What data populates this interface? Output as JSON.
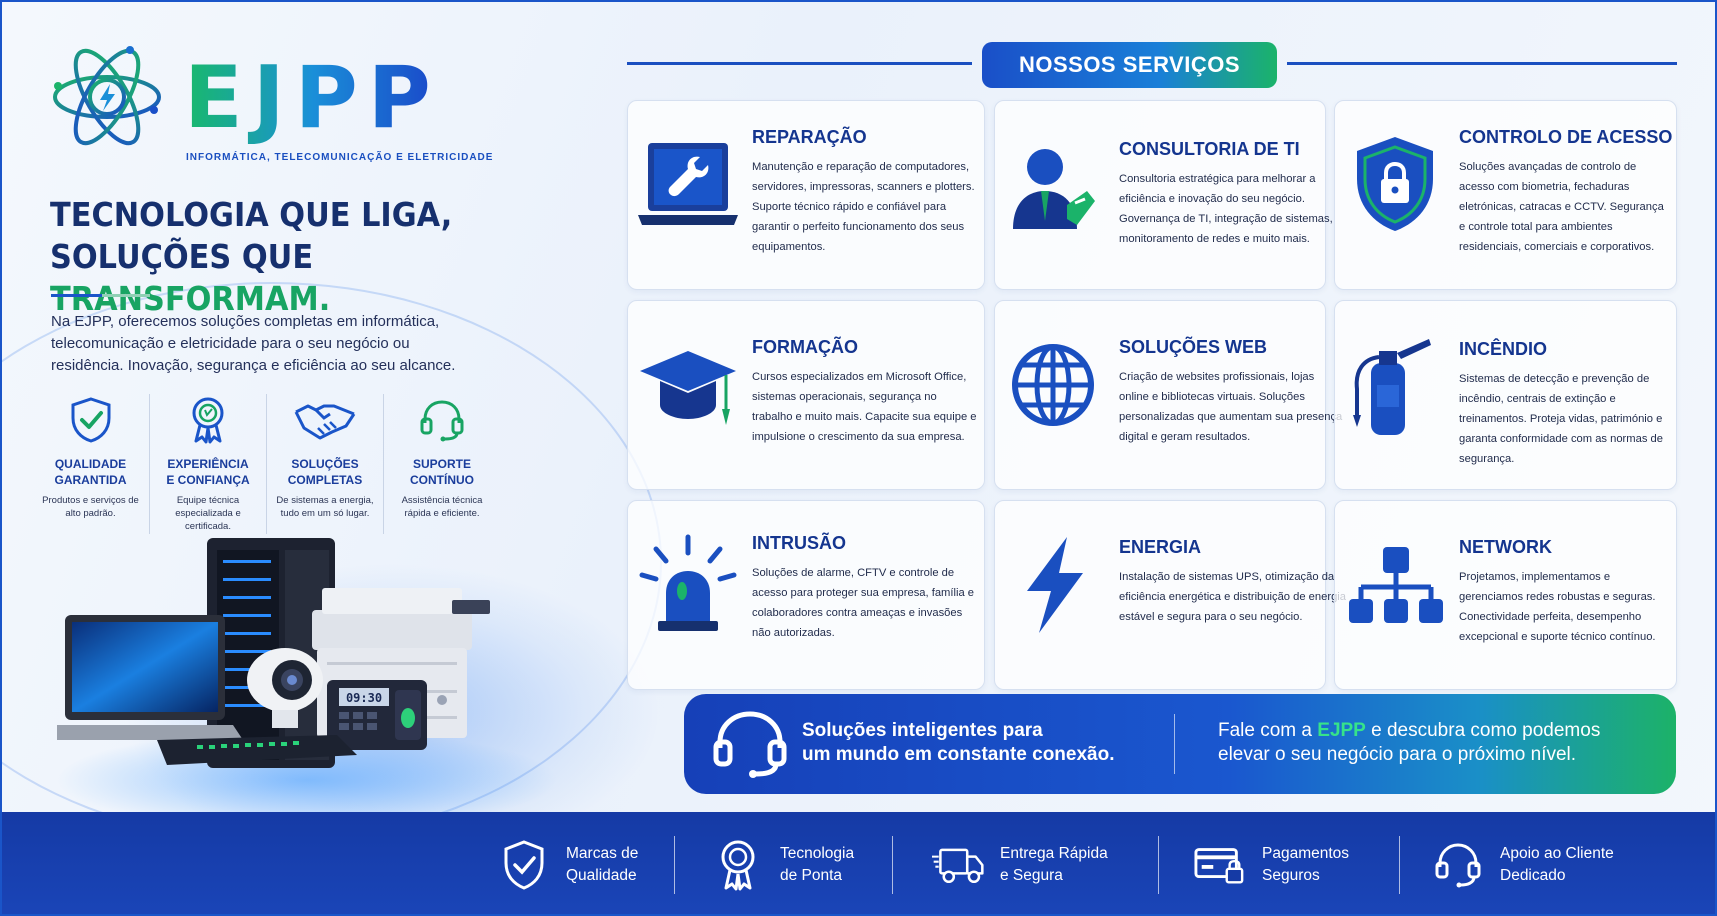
{
  "brand": {
    "name": "EJPP",
    "tagline": "INFORMÁTICA, TELECOMUNICAÇÃO E ELETRICIDADE"
  },
  "hero": {
    "headline_line1": "TECNOLOGIA QUE LIGA,",
    "headline_line2_prefix": "SOLUÇÕES QUE ",
    "headline_line2_accent": "TRANSFORMAM.",
    "intro": "Na EJPP, oferecemos soluções completas em informática, telecomunicação e eletricidade para o seu negócio ou residência. Inovação, segurança e eficiência ao seu alcance."
  },
  "features": [
    {
      "icon": "shield-check-icon",
      "title_l1": "QUALIDADE",
      "title_l2": "GARANTIDA",
      "desc": "Produtos e serviços de alto padrão."
    },
    {
      "icon": "award-ribbon-icon",
      "title_l1": "EXPERIÊNCIA",
      "title_l2": "E CONFIANÇA",
      "desc": "Equipe técnica especializada e certificada."
    },
    {
      "icon": "handshake-icon",
      "title_l1": "SOLUÇÕES",
      "title_l2": "COMPLETAS",
      "desc": "De sistemas a energia, tudo em um só lugar."
    },
    {
      "icon": "headset-icon",
      "title_l1": "SUPORTE",
      "title_l2": "CONTÍNUO",
      "desc": "Assistência técnica rápida e eficiente."
    }
  ],
  "devices": {
    "clock_display": "09:30"
  },
  "services_title": "NOSSOS SERVIÇOS",
  "services": [
    {
      "icon": "laptop-wrench-icon",
      "title": "REPARAÇÃO",
      "desc": "Manutenção e reparação de computadores, servidores, impressoras, scanners e plotters. Suporte técnico rápido e confiável para garantir o perfeito funcionamento dos seus equipamentos."
    },
    {
      "icon": "consultant-icon",
      "title": "CONSULTORIA DE TI",
      "desc": "Consultoria estratégica para melhorar a eficiência e inovação do seu negócio. Governança de TI, integração de sistemas, monitoramento de redes e muito mais."
    },
    {
      "icon": "shield-lock-icon",
      "title": "CONTROLO DE ACESSO",
      "desc": "Soluções avançadas de controlo de acesso com biometria, fechaduras eletrónicas, catracas e CCTV. Segurança e controle total para ambientes residenciais, comerciais e corporativos."
    },
    {
      "icon": "graduation-cap-icon",
      "title": "FORMAÇÃO",
      "desc": "Cursos especializados em Microsoft Office, sistemas operacionais, segurança no trabalho e muito mais. Capacite sua equipe e impulsione o crescimento da sua empresa."
    },
    {
      "icon": "globe-icon",
      "title": "SOLUÇÕES WEB",
      "desc": "Criação de websites profissionais, lojas online e bibliotecas virtuais. Soluções personalizadas que aumentam sua presença digital e geram resultados."
    },
    {
      "icon": "fire-extinguisher-icon",
      "title": "INCÊNDIO",
      "desc": "Sistemas de detecção e prevenção de incêndio, centrais de extinção e treinamentos. Proteja vidas, património e garanta conformidade com as normas de segurança."
    },
    {
      "icon": "alarm-light-icon",
      "title": "INTRUSÃO",
      "desc": "Soluções de alarme, CFTV e controle de acesso para proteger sua empresa, família e colaboradores contra ameaças e invasões não autorizadas."
    },
    {
      "icon": "lightning-bolt-icon",
      "title": "ENERGIA",
      "desc": "Instalação de sistemas UPS, otimização da eficiência energética e distribuição de energia estável e segura para o seu negócio."
    },
    {
      "icon": "network-tree-icon",
      "title": "NETWORK",
      "desc": "Projetamos, implementamos e gerenciamos redes robustas e seguras. Conectividade perfeita, desempenho excepcional e suporte técnico contínuo."
    }
  ],
  "banner": {
    "left_l1": "Soluções inteligentes para",
    "left_l2": "um mundo em constante conexão.",
    "right_l1_prefix": "Fale com a ",
    "right_l1_brand": "EJPP",
    "right_l1_suffix": " e descubra como podemos",
    "right_l2": "elevar o seu negócio para o próximo nível."
  },
  "footer": [
    {
      "icon": "shield-check-icon",
      "l1": "Marcas de",
      "l2": "Qualidade"
    },
    {
      "icon": "award-ribbon-icon",
      "l1": "Tecnologia",
      "l2": "de Ponta"
    },
    {
      "icon": "delivery-truck-icon",
      "l1": "Entrega Rápida",
      "l2": "e Segura"
    },
    {
      "icon": "secure-card-icon",
      "l1": "Pagamentos",
      "l2": "Seguros"
    },
    {
      "icon": "headset-icon",
      "l1": "Apoio ao Cliente",
      "l2": "Dedicado"
    }
  ],
  "colors": {
    "primary_blue": "#1a4fc0",
    "dark_navy": "#16306e",
    "accent_green": "#18a463",
    "footer_blue": "#153aa5"
  }
}
